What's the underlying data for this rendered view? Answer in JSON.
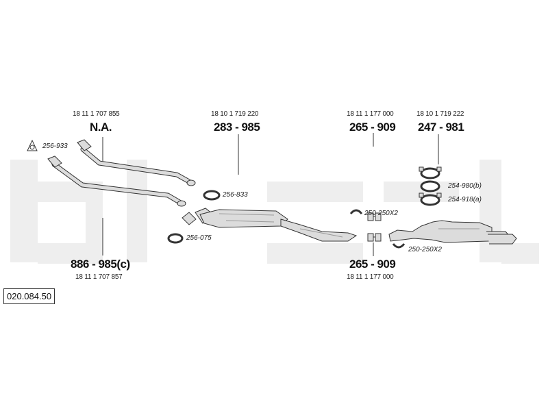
{
  "reference_number": "020.084.50",
  "parts": [
    {
      "id": "front_pipe_right",
      "oem": "18 11 1 707 855",
      "number": "N.A."
    },
    {
      "id": "middle_silencer",
      "oem": "18 10 1 719 220",
      "number": "283 - 985"
    },
    {
      "id": "rear_silencer",
      "oem": "18 11 1 177 000",
      "number": "265 - 909"
    },
    {
      "id": "rubber_mount",
      "oem": "18 10 1 719 222",
      "number": "247 - 981"
    },
    {
      "id": "front_pipe_left",
      "oem": "18 11 1 707 857",
      "number": "886 - 985(c)"
    },
    {
      "id": "intermediate_pipe",
      "oem": "18 11 1 177 000",
      "number": "265 - 909"
    }
  ],
  "fitting_labels": {
    "gasket_flange": "256-933",
    "seal_ring_upper": "256-833",
    "seal_ring_lower": "256-075",
    "clamp_upper": "250-250X2",
    "clamp_lower": "250-250X2",
    "mount_b": "254-980(b)",
    "mount_a": "254-918(a)"
  },
  "colors": {
    "line": "#333333",
    "pipe_fill": "#dcdcdc",
    "watermark": "#eeeeee"
  }
}
